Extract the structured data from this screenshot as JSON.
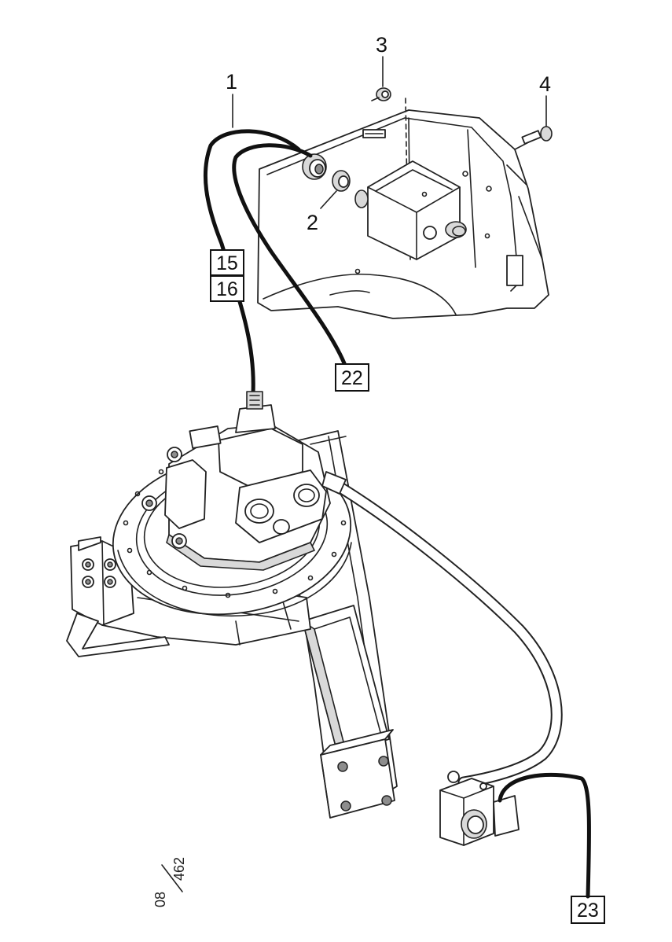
{
  "callouts": {
    "item_1": "1",
    "item_2": "2",
    "item_3": "3",
    "item_4": "4"
  },
  "boxed_refs": {
    "ref_15": "15",
    "ref_16": "16",
    "ref_22": "22",
    "ref_23": "23"
  },
  "drawing_ref": {
    "numerator": "08",
    "denominator": "462"
  }
}
